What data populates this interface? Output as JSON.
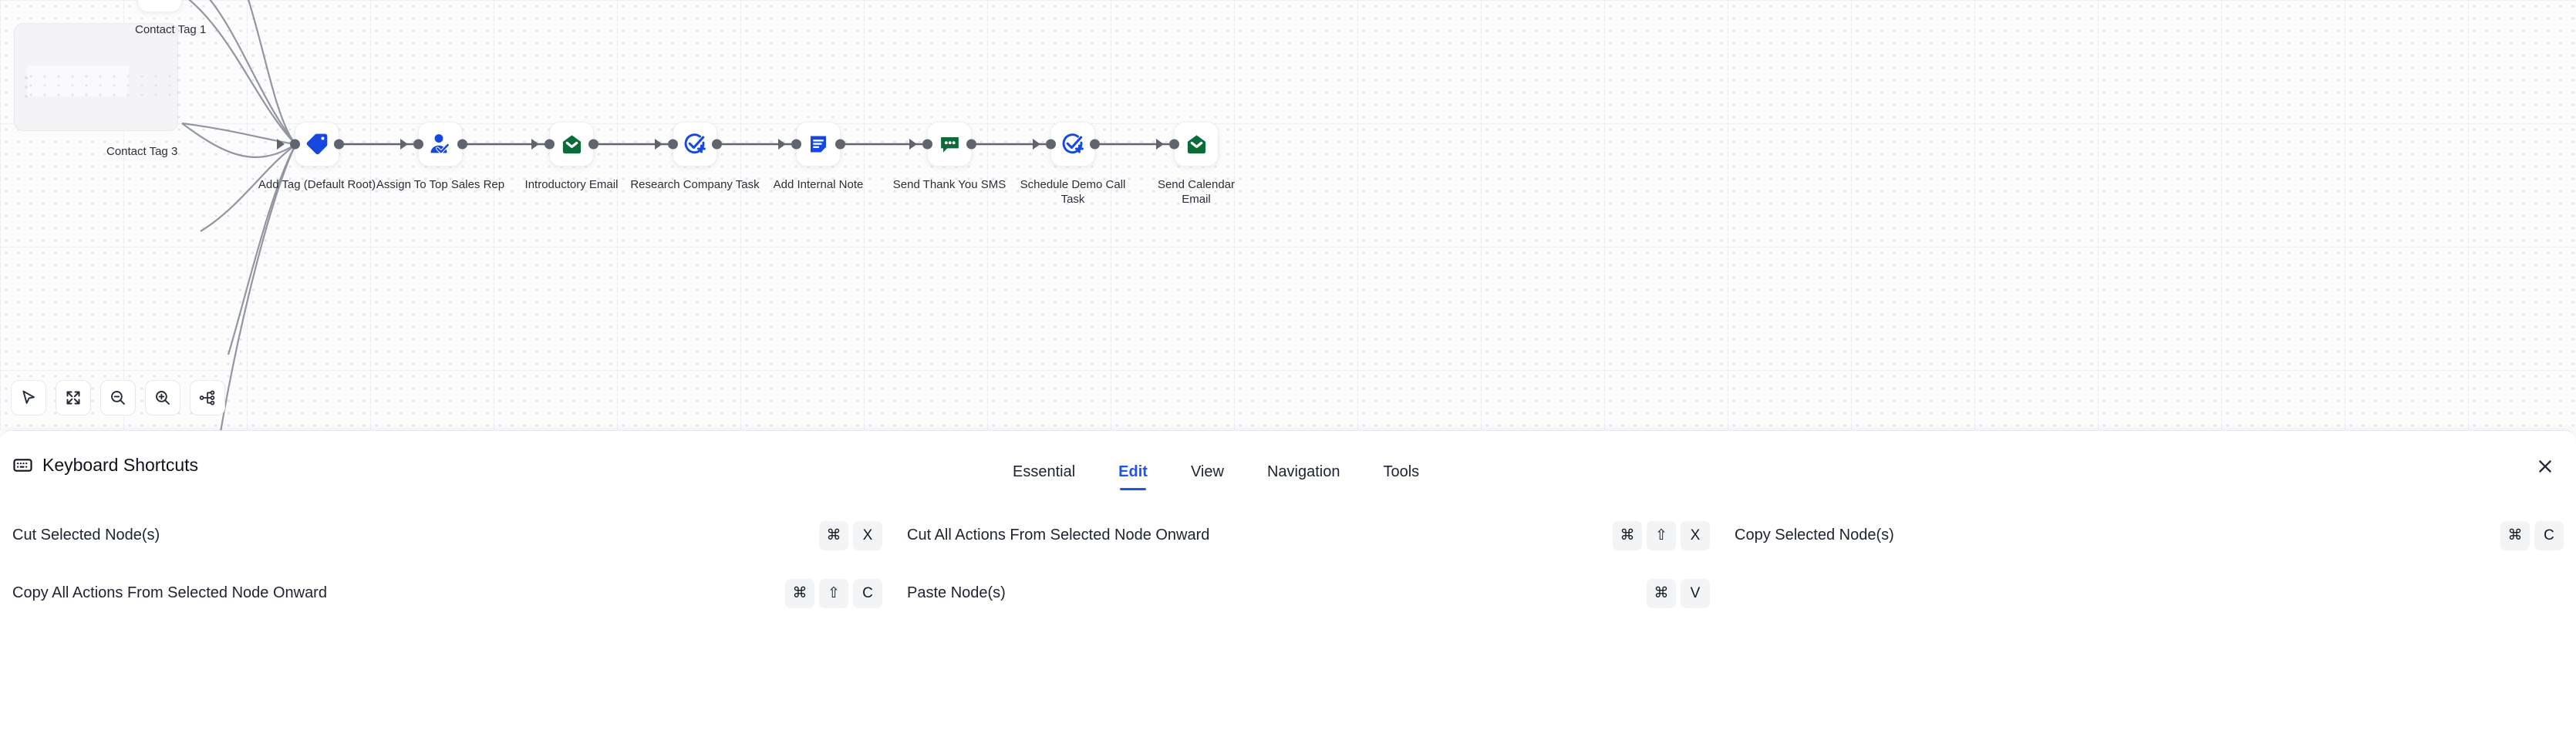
{
  "canvas": {
    "ghost_node": {
      "label": "Contact Tag 3",
      "icon": "ghost-node-placeholder"
    },
    "top_node": {
      "label": "Contact Tag 1",
      "icon": "tag-outline-icon"
    },
    "nodes": [
      {
        "id": "add-tag",
        "label": "Add Tag (Default Root)",
        "icon": "tag-icon",
        "icon_color": "#1448e0"
      },
      {
        "id": "assign-rep",
        "label": "Assign To Top Sales Rep",
        "icon": "user-check-icon",
        "icon_color": "#1448e0"
      },
      {
        "id": "intro-email",
        "label": "Introductory Email",
        "icon": "envelope-icon",
        "icon_color": "#0b6b39"
      },
      {
        "id": "research-task",
        "label": "Research Company Task",
        "icon": "task-add-icon",
        "icon_color": "#1448e0"
      },
      {
        "id": "internal-note",
        "label": "Add Internal Note",
        "icon": "note-icon",
        "icon_color": "#1448e0"
      },
      {
        "id": "thank-you-sms",
        "label": "Send Thank You SMS",
        "icon": "chat-bubble-icon",
        "icon_color": "#0b6b39"
      },
      {
        "id": "demo-call-task",
        "label": "Schedule Demo Call\nTask",
        "icon": "task-add-icon",
        "icon_color": "#1448e0"
      },
      {
        "id": "calendar-email",
        "label": "Send Calendar\nEmail",
        "icon": "envelope-icon",
        "icon_color": "#0b6b39"
      }
    ],
    "toolbar": [
      {
        "name": "select-cursor",
        "icon": "cursor-icon"
      },
      {
        "name": "fit-view",
        "icon": "expand-icon"
      },
      {
        "name": "zoom-out",
        "icon": "zoom-out-icon"
      },
      {
        "name": "zoom-in",
        "icon": "zoom-in-icon"
      },
      {
        "name": "auto-layout",
        "icon": "tree-layout-icon"
      }
    ]
  },
  "panel": {
    "title": "Keyboard Shortcuts",
    "title_icon": "keyboard-icon",
    "close_icon": "close-icon",
    "accent_color": "#1a56ef",
    "tabs": [
      {
        "label": "Essential",
        "active": false
      },
      {
        "label": "Edit",
        "active": true
      },
      {
        "label": "View",
        "active": false
      },
      {
        "label": "Navigation",
        "active": false
      },
      {
        "label": "Tools",
        "active": false
      }
    ],
    "shortcuts": [
      {
        "label": "Cut Selected Node(s)",
        "keys": [
          "⌘",
          "X"
        ]
      },
      {
        "label": "Cut All Actions From Selected Node Onward",
        "keys": [
          "⌘",
          "⇧",
          "X"
        ]
      },
      {
        "label": "Copy Selected Node(s)",
        "keys": [
          "⌘",
          "C"
        ]
      },
      {
        "label": "Copy All Actions From Selected Node Onward",
        "keys": [
          "⌘",
          "⇧",
          "C"
        ]
      },
      {
        "label": "Paste Node(s)",
        "keys": [
          "⌘",
          "V"
        ]
      }
    ]
  }
}
